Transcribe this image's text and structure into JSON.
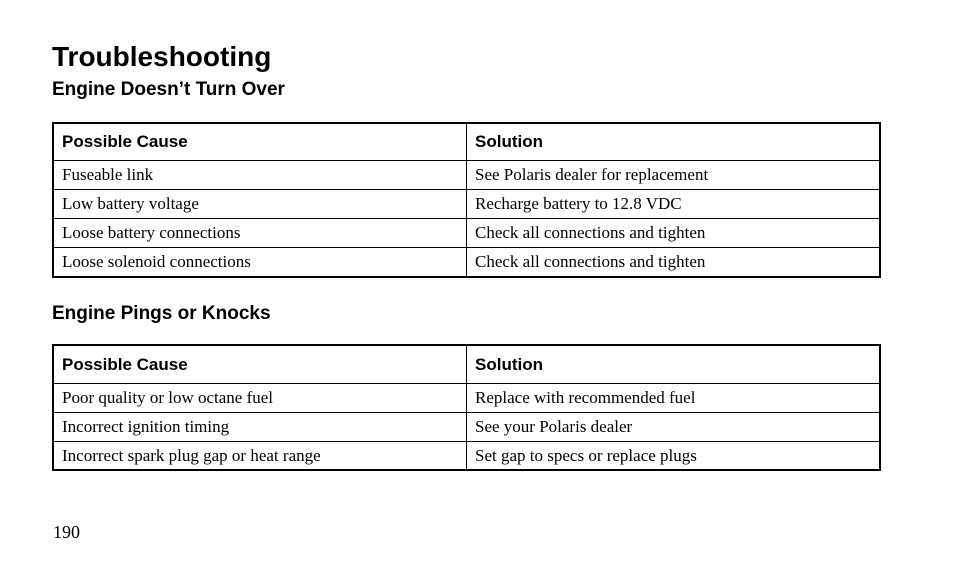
{
  "title": "Troubleshooting",
  "page_number": "190",
  "colors": {
    "background": "#ffffff",
    "text": "#000000",
    "table_border": "#000000"
  },
  "sections": [
    {
      "heading": "Engine Doesn’t Turn Over",
      "columns": [
        "Possible Cause",
        "Solution"
      ],
      "rows": [
        [
          "Fuseable link",
          "See Polaris dealer for replacement"
        ],
        [
          "Low battery voltage",
          "Recharge battery to 12.8 VDC"
        ],
        [
          "Loose battery connections",
          "Check all connections and tighten"
        ],
        [
          "Loose solenoid connections",
          "Check all connections and tighten"
        ]
      ]
    },
    {
      "heading": "Engine Pings or Knocks",
      "columns": [
        "Possible Cause",
        "Solution"
      ],
      "rows": [
        [
          "Poor quality or low octane fuel",
          "Replace with recommended fuel"
        ],
        [
          "Incorrect ignition timing",
          "See your Polaris dealer"
        ],
        [
          "Incorrect spark plug gap or heat range",
          "Set gap to specs or replace plugs"
        ]
      ]
    }
  ]
}
